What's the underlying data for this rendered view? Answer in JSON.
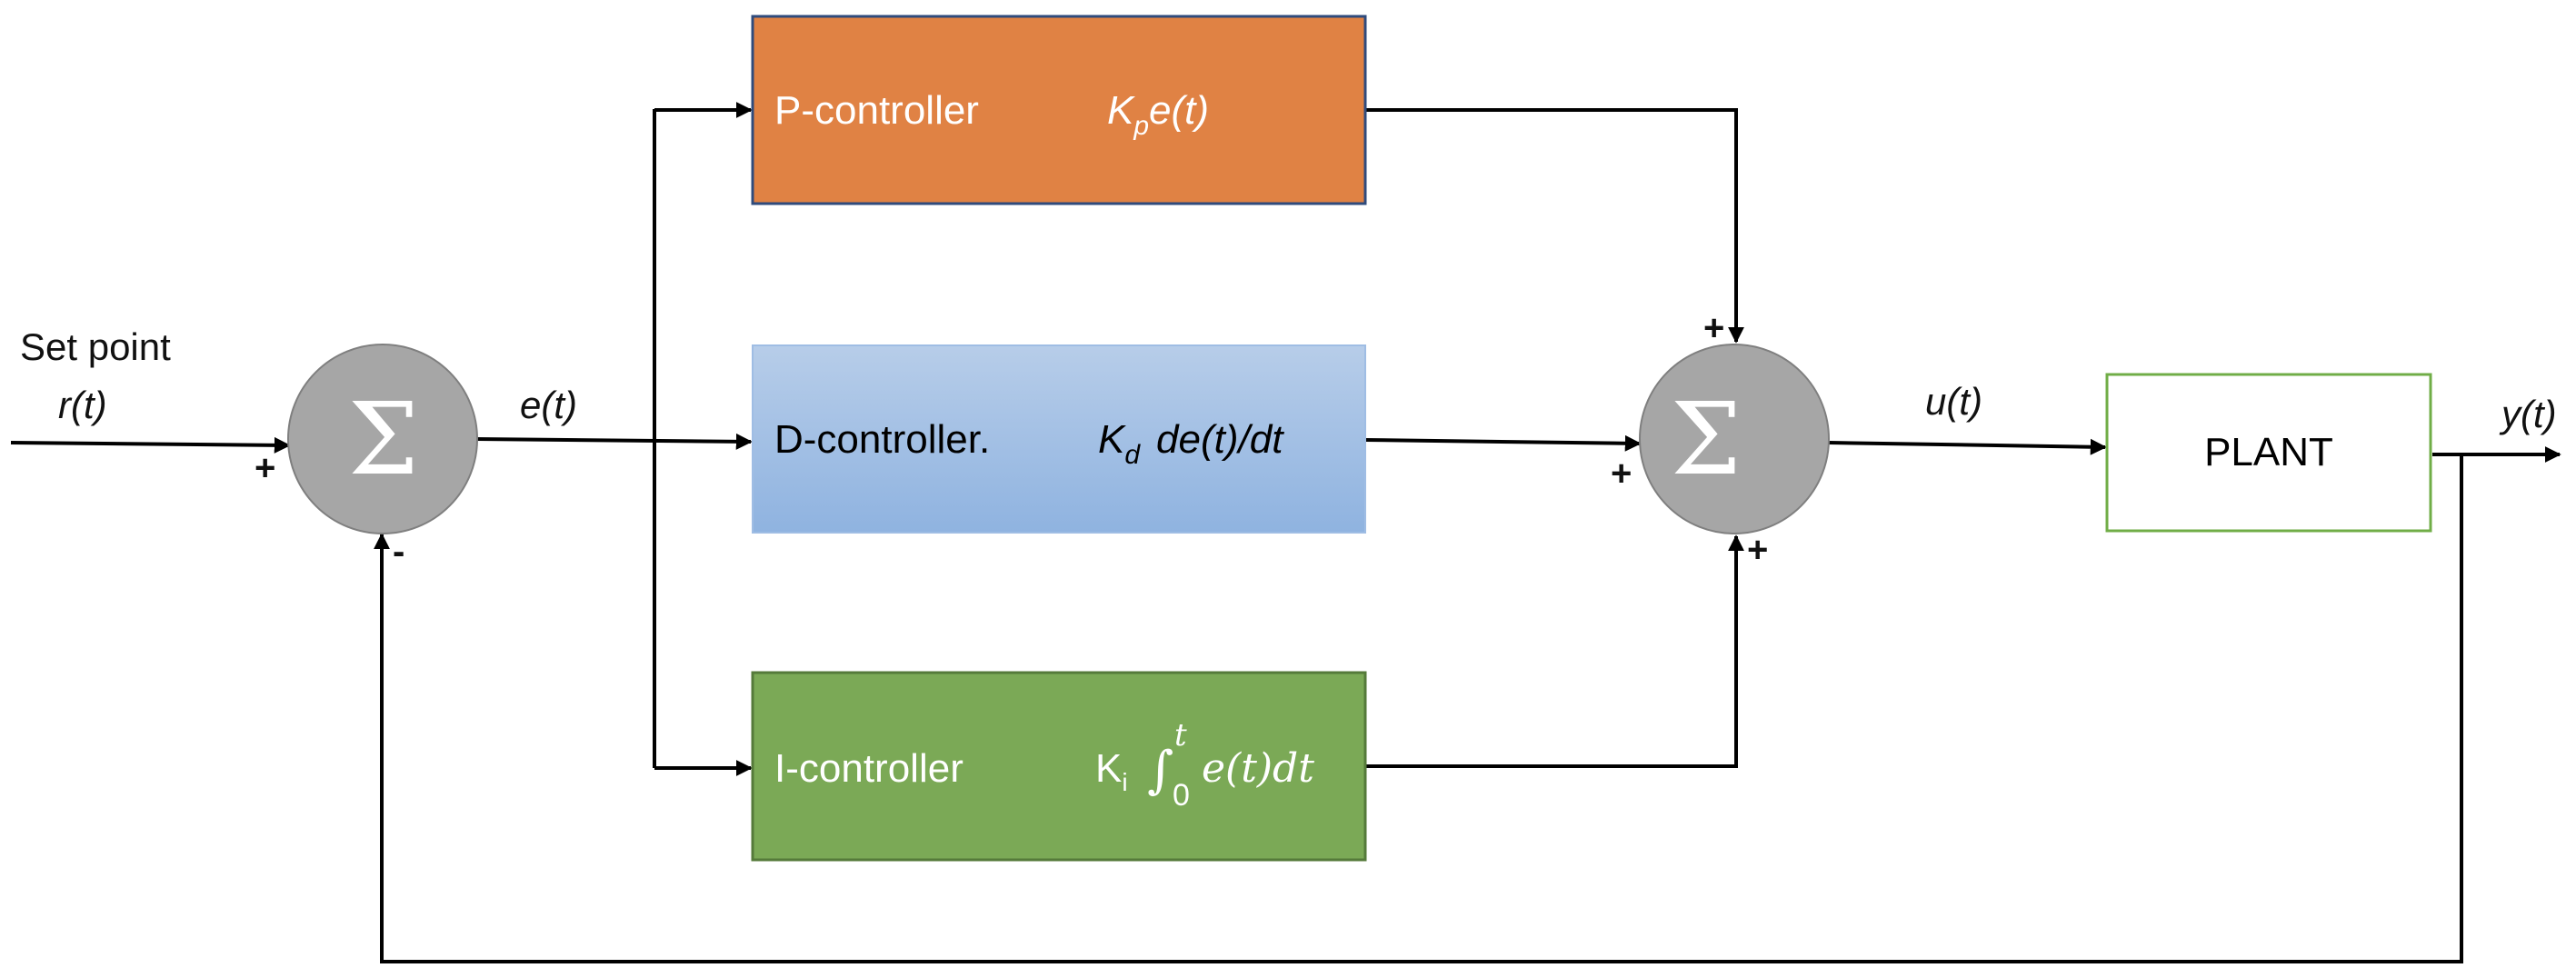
{
  "input": {
    "line1": "Set point",
    "line2": "r(t)"
  },
  "signals": {
    "error": "e(t)",
    "control": "u(t)",
    "output": "y(t)"
  },
  "summer_symbol": "Σ",
  "signs": {
    "sum1_in": "+",
    "sum1_feedback": "-",
    "sum2_top": "+",
    "sum2_left": "+",
    "sum2_bottom": "+"
  },
  "blocks": {
    "p": {
      "name": "P-controller",
      "gain": "K",
      "gain_sub": "p",
      "term": "e(t)",
      "color": "#e08244",
      "border": "#2f4b7c"
    },
    "d": {
      "name": "D-controller.",
      "gain": "K",
      "gain_sub": "d",
      "term": "de(t)/dt",
      "color_top": "#b7cde9",
      "color_bottom": "#8fb3e0"
    },
    "i": {
      "name": "I-controller",
      "gain": "K",
      "gain_sub": "i",
      "integral": "∫",
      "lower": "0",
      "upper": "t",
      "term": "e(t)dt",
      "color": "#7ba956",
      "border": "#557a3a"
    },
    "plant": {
      "name": "PLANT",
      "border": "#70ad47"
    }
  },
  "colors": {
    "summer": "#a6a6a6",
    "summer_border": "#7f7f7f"
  }
}
